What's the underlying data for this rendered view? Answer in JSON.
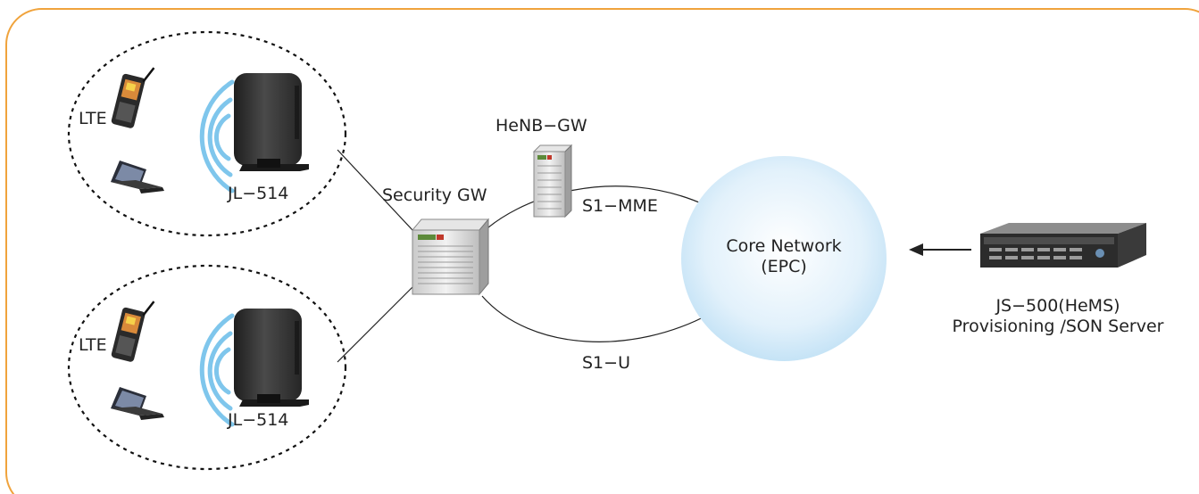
{
  "cells": [
    {
      "lte_label": "LTE",
      "femto_label": "JL−514"
    },
    {
      "lte_label": "LTE",
      "femto_label": "JL−514"
    }
  ],
  "security_gw": {
    "label": "Security GW"
  },
  "henb_gw": {
    "label": "HeNB−GW"
  },
  "links": {
    "s1_mme": "S1−MME",
    "s1_u": "S1−U"
  },
  "core": {
    "line1": "Core Network",
    "line2": "(EPC)"
  },
  "server": {
    "line1": "JS−500(HeMS)",
    "line2": "Provisioning /SON Server"
  },
  "colors": {
    "frame_border": "#f0a33c",
    "core_fill": "#d9ecf9",
    "signal_waves": "#7fc6ec",
    "link_line": "#222222"
  }
}
